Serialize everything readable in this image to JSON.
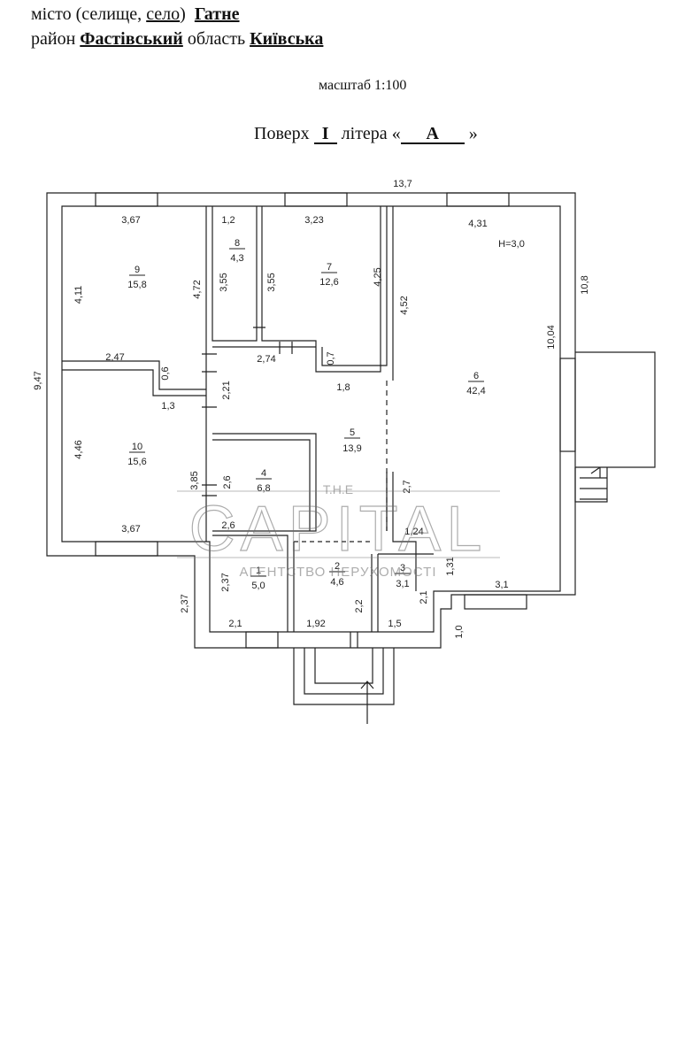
{
  "header": {
    "line1_prefix": "місто (селище,",
    "line1_selo": "село",
    "line1_suffix": ")",
    "settlement": "Гатне",
    "district_label": "район",
    "district": "Фастівський",
    "region_label": "область",
    "region": "Київська"
  },
  "scale": "масштаб 1:100",
  "floor": {
    "floor_label": "Поверх",
    "floor_value": "I",
    "letter_label": "літера «",
    "letter_value": "A",
    "letter_close": "»"
  },
  "watermark": {
    "top": "T.H.E",
    "brand": "CAPITAL",
    "sub": "АГЕНТСТВО НЕРУХОМОСТІ"
  },
  "plan": {
    "height_note": "H=3,0",
    "rooms": [
      {
        "num": "9",
        "area": "15,8"
      },
      {
        "num": "8",
        "area": "4,3"
      },
      {
        "num": "7",
        "area": "12,6"
      },
      {
        "num": "6",
        "area": "42,4"
      },
      {
        "num": "10",
        "area": "15,6"
      },
      {
        "num": "5",
        "area": "13,9"
      },
      {
        "num": "4",
        "area": "6,8"
      },
      {
        "num": "1",
        "area": "5,0"
      },
      {
        "num": "2",
        "area": "4,6"
      },
      {
        "num": "3",
        "area": "3,1"
      }
    ],
    "dimensions": {
      "overall_width": "13,7",
      "overall_depth": "9,47",
      "right_depth": "10,8",
      "r9_width": "3,67",
      "r9_depth": "4,11",
      "r9_inner": "4,72",
      "r8_width": "1,2",
      "r8_depth": "3,55",
      "r7_left": "3,55",
      "r7_width": "3,23",
      "r7_depth": "4,25",
      "r7_step": "0,7",
      "r6_width": "4,31",
      "r6_left": "4,52",
      "r6_right": "10,04",
      "corr_247": "2,47",
      "corr_06": "0,6",
      "corr_13": "1,3",
      "corr_274": "2,74",
      "corr_221": "2,21",
      "corr_18": "1,8",
      "r10_depth": "4,46",
      "r10_width": "3,67",
      "r10_right": "3,85",
      "r4_depth": "2,6",
      "r4_width": "2,6",
      "r5_27": "2,7",
      "r3_124": "1,24",
      "r3_131": "1,31",
      "r3_21": "2,1",
      "r3_15": "1,5",
      "r6_31": "3,1",
      "r1_237_out": "2,37",
      "r1_237_in": "2,37",
      "r1_21": "2,1",
      "r2_192": "1,92",
      "r2_22": "2,2",
      "step_10": "1,0"
    }
  }
}
